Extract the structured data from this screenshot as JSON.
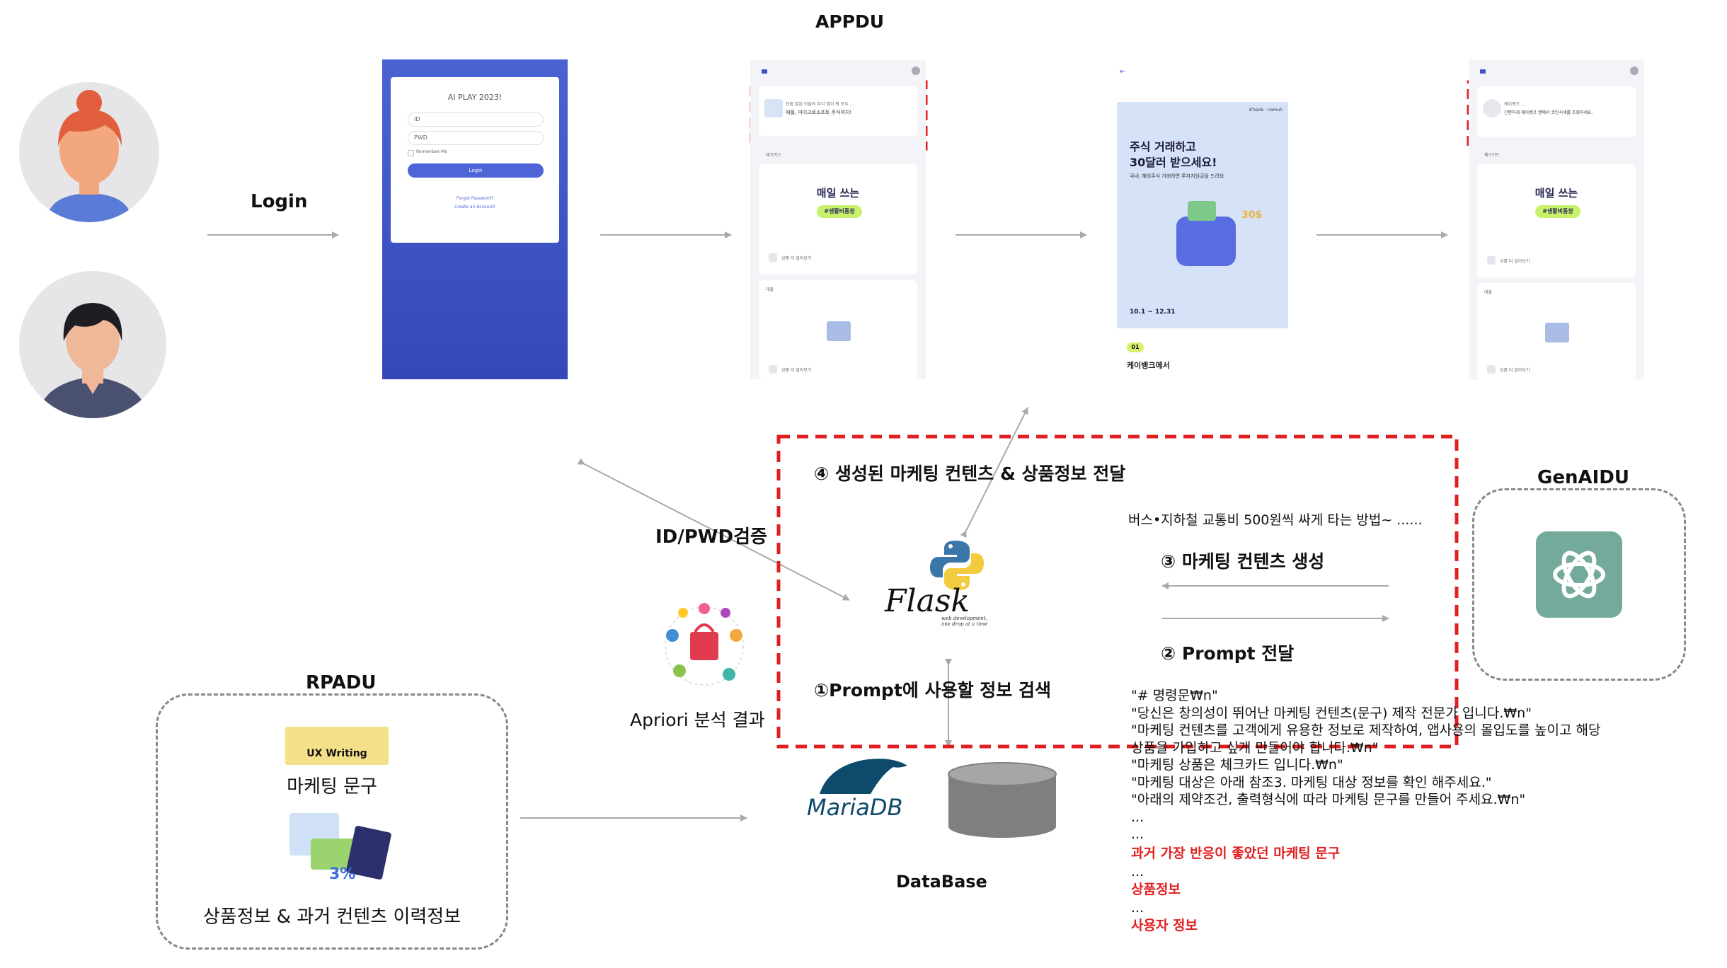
{
  "title": "APPDU",
  "login_label": "Login",
  "idpwd_label": "ID/PWD검증",
  "login_screen": {
    "title": "AI PLAY 2023!",
    "id_placeholder": "ID",
    "pwd_placeholder": "PWD",
    "remember": "Remember Me",
    "button": "Login",
    "forgot": "Forgot Password?",
    "create": "Create an Account!"
  },
  "app_screen": {
    "banner_line1": "요즘 잘된 아들의 주식 앱이 뭐 모두 ...",
    "banner_line2": "애플, 마이크로소프트 주식까지!",
    "section1": "체크카드",
    "card_title": "매일 쓰는",
    "card_tag": "#생활비통장",
    "more_btn": "상품 더 알아보기",
    "section2": "대출"
  },
  "promo_screen": {
    "brand": "K'bank · namuh",
    "headline1": "주식 거래하고",
    "headline2": "30달러 받으세요!",
    "sub": "국내, 해외주식 거래하면 투자지원금을 드려요",
    "amount": "30$",
    "period": "10.1 ~ 12.31",
    "step": "01",
    "footer": "케이뱅크에서"
  },
  "app_screen2": {
    "banner_line1": "케이뱅크 ...",
    "banner_line2": "간편하게 케이뱅크 앱에서 코인시세를 조회하세요."
  },
  "flask": {
    "name": "Flask",
    "tagline1": "web development,",
    "tagline2": "one drop at a time"
  },
  "step4": "④ 생성된 마케팅 컨텐츠 & 상품정보 전달",
  "step1": "①Prompt에 사용할 정보 검색",
  "step3": "③ 마케팅 컨텐츠 생성",
  "step2": "②  Prompt 전달",
  "generated_example": "버스•지하철 교통비 500원씩 싸게 타는 방법~ ......",
  "apriori_label": "Apriori 분석 결과",
  "genaidu_label": "GenAIDU",
  "rpadu_label": "RPADU",
  "ux_writing": "UX Writing",
  "marketing_phrase": "마케팅 문구",
  "product_info": "상품정보 & 과거 컨텐츠 이력정보",
  "percent_badge": "3%",
  "mariadb": "MariaDB",
  "database_label": "DataBase",
  "prompt_lines": [
    "\"# 명령문₩n\"",
    "\"당신은 창의성이 뛰어난 마케팅 컨텐츠(문구) 제작 전문가 입니다.₩n\"",
    "\"마케팅 컨텐츠를 고객에게 유용한 정보로 제작하여, 앱사용의 몰입도를 높이고 해당",
    "상품을 가입하고 싶게 만들어야 합니다.₩n\"",
    "\"마케팅 상품은 체크카드 입니다.₩n\"",
    "\"마케팅 대상은 아래 참조3. 마케팅 대상 정보를 확인 해주세요.\"",
    "\"아래의 제약조건, 출력형식에 따라 마케팅 문구를 만들어 주세요.₩n\"",
    "...",
    "..."
  ],
  "prompt_red": [
    "과거 가장 반응이 좋았던 마케팅 문구",
    "...",
    "상품정보",
    "...",
    "사용자 정보"
  ],
  "colors": {
    "accent_red": "#e02020",
    "login_blue": "#3f51c8",
    "openai_green": "#74aa9c",
    "arrow_gray": "#aaaaaa"
  }
}
